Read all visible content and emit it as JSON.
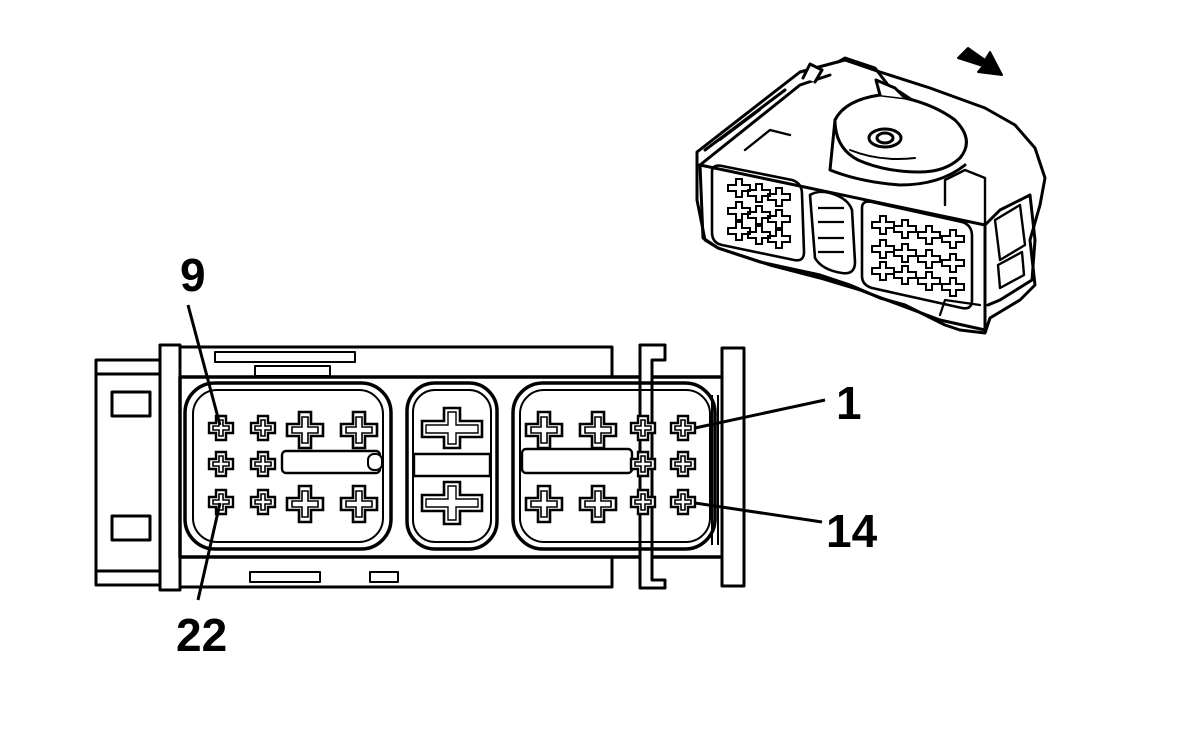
{
  "diagram": {
    "pin_labels": [
      {
        "id": "pin-9",
        "text": "9"
      },
      {
        "id": "pin-1",
        "text": "1"
      },
      {
        "id": "pin-14",
        "text": "14"
      },
      {
        "id": "pin-22",
        "text": "22"
      }
    ],
    "colors": {
      "stroke": "#000000",
      "background": "#ffffff"
    },
    "icons": [
      "direction-arrow-icon",
      "connector-face-view",
      "connector-isometric-view"
    ]
  }
}
